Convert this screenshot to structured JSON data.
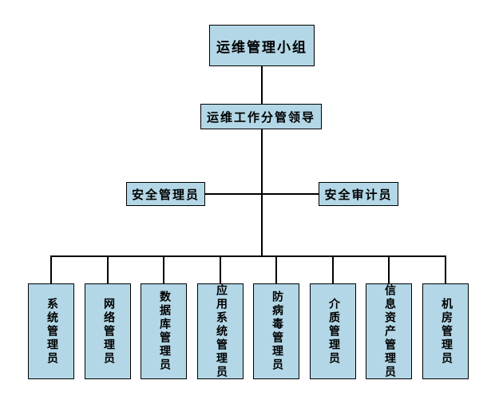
{
  "colors": {
    "box_fill": "#b3d7e6",
    "box_border": "#000000",
    "connector": "#000000",
    "background": "#ffffff",
    "text": "#000000"
  },
  "org": {
    "root": {
      "label": "运维管理小组"
    },
    "leader": {
      "label": "运维工作分管领导"
    },
    "side_left": {
      "label": "安全管理员"
    },
    "side_right": {
      "label": "安全审计员"
    },
    "bottom": [
      {
        "label": "系统管理员"
      },
      {
        "label": "网络管理员"
      },
      {
        "label": "数据库管理员"
      },
      {
        "label": "应用系统管理员"
      },
      {
        "label": "防病毒管理员"
      },
      {
        "label": "介质管理员"
      },
      {
        "label": "信息资产管理员"
      },
      {
        "label": "机房管理员"
      }
    ]
  }
}
